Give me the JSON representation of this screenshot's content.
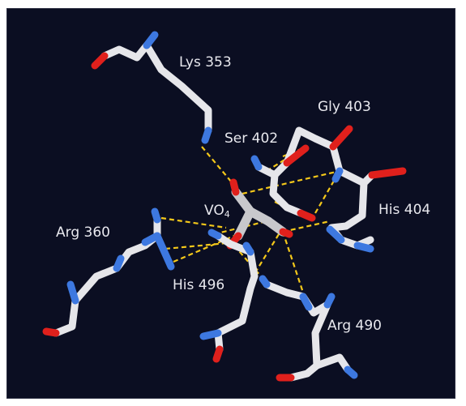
{
  "labels": {
    "lys353": "Lys 353",
    "gly403": "Gly 403",
    "ser402": "Ser 402",
    "vo4_main": "VO",
    "vo4_sub": "4",
    "his404": "His 404",
    "arg360": "Arg 360",
    "his496": "His 496",
    "arg490": "Arg 490"
  },
  "colors": {
    "background": "#0b0e22",
    "carbon": "#e6e6ea",
    "nitrogen": "#3d78e0",
    "oxygen": "#e0201c",
    "vanadium": "#c8c8cc",
    "hbond": "#f4c81a"
  }
}
